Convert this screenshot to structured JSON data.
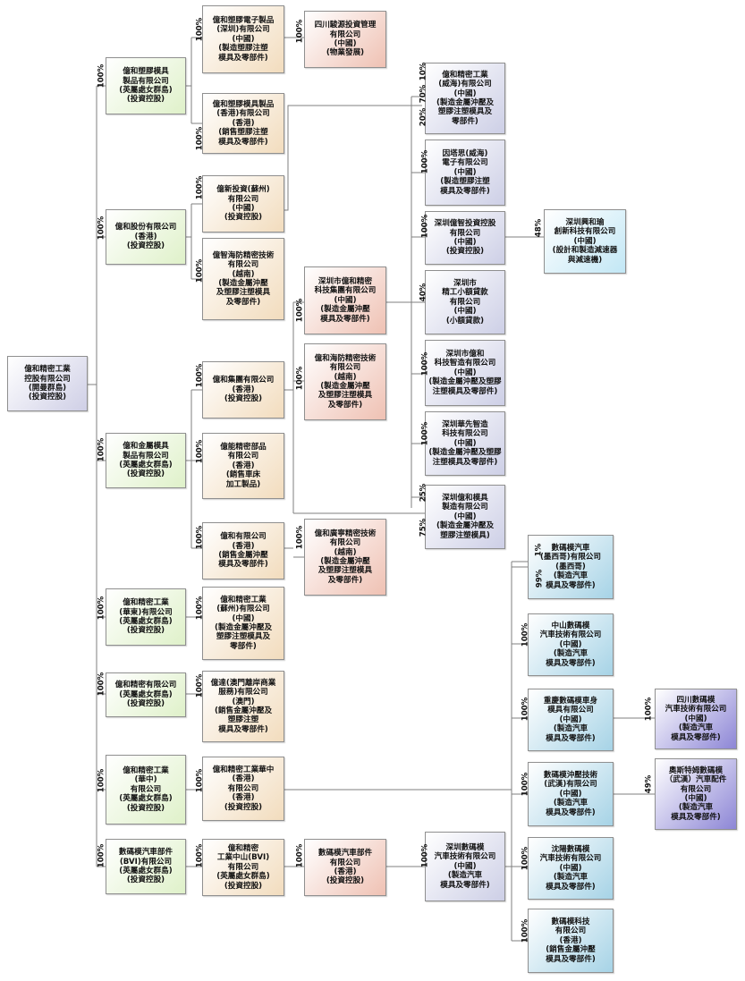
{
  "colors": {
    "purple": "#cfcfe6",
    "green": "#dff1c9",
    "tan": "#f2dcbd",
    "salmon": "#efc1b3",
    "lavender": "#cdcfe6",
    "cyan": "#c2e7f5",
    "teal": "#a6d3e6",
    "violet": "#8d86d6",
    "line": "#7f7f7f"
  },
  "boxes": {
    "root": "億和精密工業\n控股有限公司\n(開曼群島)\n(投資控股)",
    "yihe_plastic_mould_bvi": "億和塑膠模具\n製品有限公司\n(英屬處女群島)\n(投資控股)",
    "yihe_holdings_hk": "億和股份有限公司\n(香港)\n(投資控股)",
    "yihe_metal_mould_bvi": "億和金屬模具\n製品有限公司\n(英屬處女群島)\n(投資控股)",
    "yihe_east_china_bvi": "億和精密工業\n(華東)有限公司\n(英屬處女群島)\n(投資控股)",
    "yihe_precision_bvi": "億和精密有限公司\n(英屬處女群島)\n(投資控股)",
    "yihe_central_china_bvi": "億和精密工業\n(華中)\n有限公司\n(英屬處女群島)\n(投資控股)",
    "digital_auto_bvi": "數碼模汽車部件\n(BVI)有限公司\n(英屬處女群島)\n(投資控股)",
    "plastic_elec_sz": "億和塑膠電子製品\n(深圳)有限公司\n(中國)\n(製造塑膠注塑\n模具及零部件)",
    "plastic_mould_hk": "億和塑膠模具製品\n(香港)有限公司\n(香港)\n(銷售塑膠注塑\n模具及零部件)",
    "yixin_invest_suzhou": "億新投資(蘇州)\n有限公司\n(中國)\n(投資控股)",
    "yizhi_haifang": "億智海防精密技術\n有限公司\n(越南)\n(製造金屬沖壓\n及塑膠注塑模具\n及零部件)",
    "yihe_group_hk": "億和集團有限公司\n(香港)\n(投資控股)",
    "yineng_precision": "億能精密部品\n有限公司\n(香港)\n(銷售車床\n加工製品)",
    "yihe_ltd_hk": "億和有限公司\n(香港)\n(銷售金屬沖壓\n模具及零部件)",
    "yihe_suzhou": "億和精密工業\n(蘇州)有限公司\n(中國)\n(製造金屬沖壓及\n塑膠注塑模具及\n零部件)",
    "yida_macau": "億達(澳門離岸商業\n服務)有限公司\n(澳門)\n(銷售金屬沖壓及\n塑膠注塑\n模具及零部件)",
    "yihe_central_china_hk": "億和精密工業華中\n(香港)\n有限公司\n(香港)\n(投資控股)",
    "yihe_zhongshan_bvi": "億和精密\n工業中山(BVI)\n有限公司\n(英屬處女群島)\n(投資控股)",
    "sichuan_junyuan": "四川駿源投資管理\n有限公司\n(中國)\n(物業發展)",
    "sz_yihe_tech_group": "深圳市億和精密\n科技集團有限公司\n(中國)\n(製造金屬沖壓\n模具及零部件)",
    "yihe_haifang": "億和海防精密技術\n有限公司\n(越南)\n(製造金屬沖壓\n及塑膠注塑模具\n及零部件)",
    "yihe_guangning": "億和廣寧精密技術\n有限公司\n(越南)\n(製造金屬沖壓\n及塑膠注塑模具\n及零部件)",
    "digital_auto_parts_hk": "數碼模汽車部件\n有限公司\n(香港)\n(投資控股)",
    "yihe_weihai": "億和精密工業\n(威海)有限公司\n(中國)\n(製造金屬沖壓及\n塑膠注塑模具及\n零部件)",
    "intasa_weihai": "因塔思(威海)\n電子有限公司\n(中國)\n(製造塑膠注塑\n模具及零部件)",
    "sz_yizhi_invest": "深圳億智投資控股\n有限公司\n(中國)\n(投資控股)",
    "sz_jinggong_loan": "深圳市\n精工小額貸款\n有限公司\n(中國)\n(小額貸款)",
    "sz_yihe_smart_mfg": "深圳市億和\n科技智造有限公司\n(中國)\n(製造金屬沖壓及塑膠\n注塑模具及零部件)",
    "sz_huaxian_smart": "深圳華先智造\n科技有限公司\n(中國)\n(製造金屬沖壓及塑膠\n注塑模具及零部件)",
    "sz_yihe_mould": "深圳億和模具\n製造有限公司\n(中國)\n(製造金屬沖壓及\n塑膠注塑模具)",
    "sz_digital_auto_tech": "深圳數碼模\n汽車技術有限公司\n(中國)\n(製造汽車\n模具及零部件)",
    "sz_xinghe_yu": "深圳興和瑜\n創新科技有限公司\n(中國)\n(設計和製造減速器\n與減速機)",
    "digital_auto_mexico": "數碼模汽車\n(墨西哥)有限公司\n(墨西哥)\n(製造汽車\n模具及零部件)",
    "zhongshan_digital_auto": "中山數碼模\n汽車技術有限公司\n(中國)\n(製造汽車\n模具及零部件)",
    "chongqing_body": "重慶數碼模車身\n模具有限公司\n(中國)\n(製造汽車\n模具及零部件)",
    "digital_stamping_wuhan": "數碼模沖壓技術\n(武漢)有限公司\n(中國)\n(製造汽車\n模具及零部件)",
    "shenyang_digital_auto": "沈陽數碼模\n汽車技術有限公司\n(中國)\n(製造汽車\n模具及零部件)",
    "digital_tech_hk": "數碼模科技\n有限公司\n(香港)\n(銷售金屬沖壓\n模具及零部件)",
    "sichuan_digital_auto": "四川數碼模\n汽車技術有限公司\n(中國)\n(製造汽車\n模具及零部件)",
    "aosite_wuhan": "奧斯特姆數碼模\n（武漢）汽車配件\n有限公司\n(中國)\n(製造汽車\n模具及零部件)"
  },
  "percentages": {
    "p_root_plasticmould": "100%",
    "p_root_holdings": "100%",
    "p_root_metalmould": "100%",
    "p_root_eastchina": "100%",
    "p_root_precision": "100%",
    "p_root_centralchina": "100%",
    "p_root_digitalauto": "100%",
    "p_plasticelec": "100%",
    "p_plasticmouldhk": "100%",
    "p_yixin": "100%",
    "p_yizhi": "100%",
    "p_yihegroup": "100%",
    "p_yineng": "100%",
    "p_yiheltd": "100%",
    "p_suzhou": "100%",
    "p_yida": "100%",
    "p_centralhk": "100%",
    "p_zhongshanbvi": "100%",
    "p_sichuanjunyuan": "100%",
    "p_sztechgroup": "100%",
    "p_yihehaifang": "100%",
    "p_guangning": "100%",
    "p_digitalpartshk": "100%",
    "p_sztech": "100%",
    "p_weihai_10": "10%",
    "p_weihai_70": "70%",
    "p_weihai_20": "20%",
    "p_intasa": "100%",
    "p_yizhi_invest": "100%",
    "p_loan": "40%",
    "p_smartmfg": "100%",
    "p_huaxian": "100%",
    "p_mould_25": "25%",
    "p_mould_75": "75%",
    "p_xingheyu": "48%",
    "p_mexico_1": "1%",
    "p_mexico_99": "99%",
    "p_zhongshan": "100%",
    "p_chongqing": "100%",
    "p_wuhan": "100%",
    "p_shenyang": "100%",
    "p_digitaltech": "100%",
    "p_sichuan": "100%",
    "p_aosite": "49%"
  }
}
